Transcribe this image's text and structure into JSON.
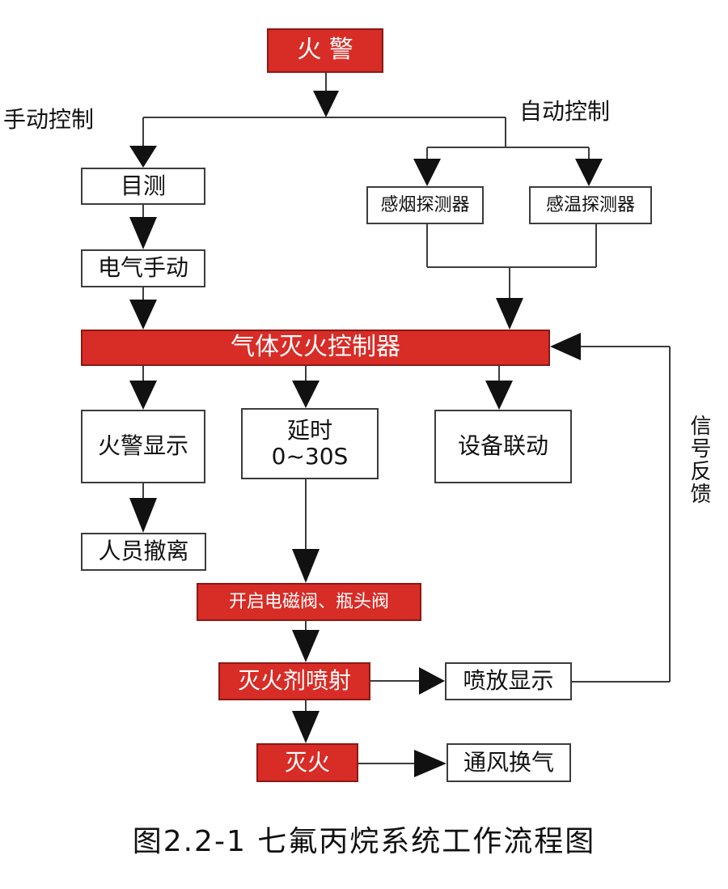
{
  "nodes": {
    "fire_alarm": "火 警",
    "visual_inspection": "目测",
    "electric_manual": "电气手动",
    "smoke_detector": "感烟探测器",
    "heat_detector": "感温探测器",
    "gas_controller": "气体灭火控制器",
    "alarm_display": "火警显示",
    "delay_title": "延时",
    "delay_range": "0~30S",
    "equipment_linkage": "设备联动",
    "evacuation": "人员撤离",
    "open_valves": "开启电磁阀、瓶头阀",
    "agent_spray": "灭火剂喷射",
    "spray_display": "喷放显示",
    "fire_out": "灭火",
    "ventilation": "通风换气"
  },
  "labels": {
    "manual_control": "手动控制",
    "auto_control": "自动控制",
    "signal_feedback": "信号反馈"
  },
  "caption": "图2.2-1 七氟丙烷系统工作流程图",
  "colors": {
    "red_box": "#d82c26",
    "line": "#3c3c3c",
    "arrow": "#111111"
  }
}
